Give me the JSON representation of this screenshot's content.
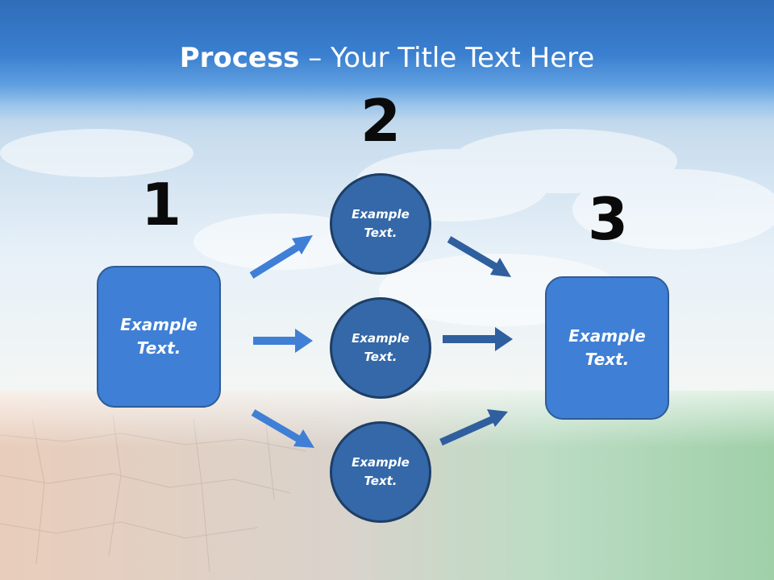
{
  "title": {
    "bold": "Process",
    "rest": " – Your Title Text Here"
  },
  "steps": {
    "num1": "1",
    "num2": "2",
    "num3": "3"
  },
  "boxes": {
    "left": "Example\nText.",
    "right": "Example\nText."
  },
  "circles": {
    "top": "Example\nText.",
    "middle": "Example\nText.",
    "bottom": "Example\nText."
  },
  "colors": {
    "box_fill": "#3f7fd5",
    "circle_fill": "#3468a8",
    "left_arrow": "#3f7fd5",
    "right_arrow": "#2f5f9e"
  }
}
